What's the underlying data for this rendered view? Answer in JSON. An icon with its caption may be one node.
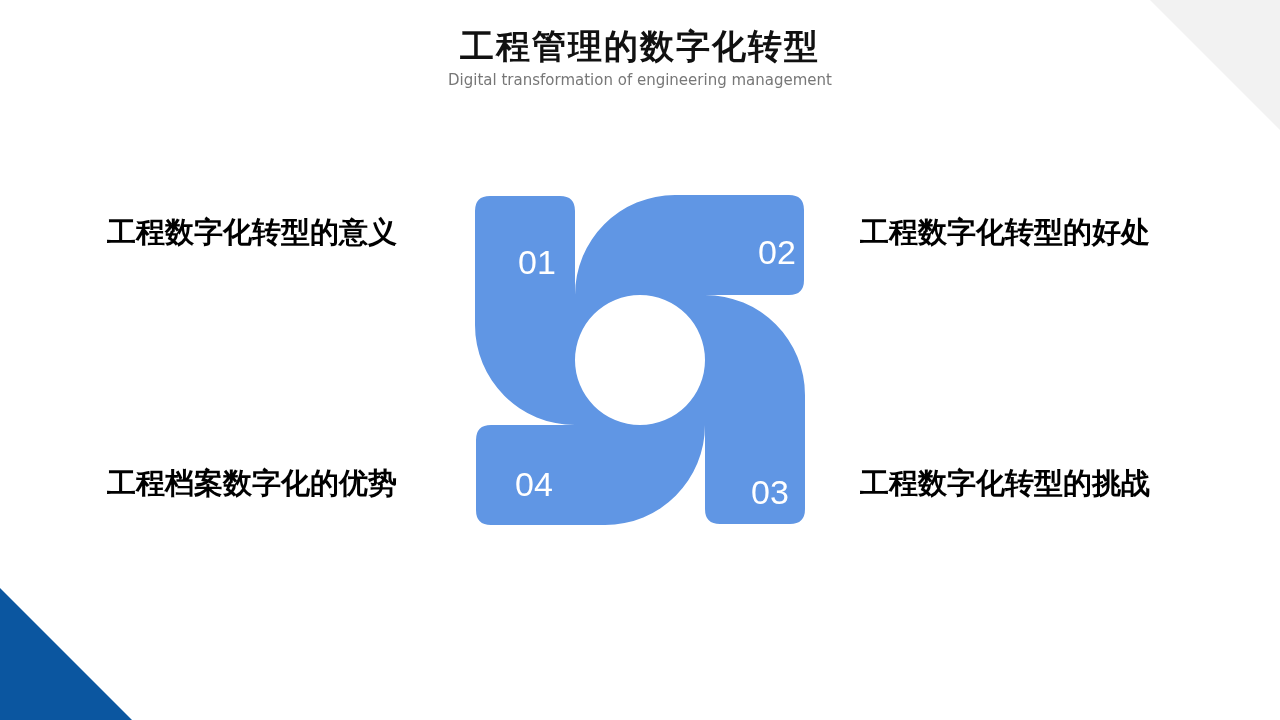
{
  "diagram": {
    "title": "工程管理的数字化转型",
    "nodes": [
      {
        "text": [
          "01"
        ],
        "beside": [
          "工程数字化转型的意义"
        ]
      },
      {
        "text": [
          "02"
        ],
        "beside": [
          "工程数字化转型的好处"
        ]
      },
      {
        "text": [
          "03"
        ],
        "beside": [
          "工程数字化转型的挑战"
        ]
      },
      {
        "text": [
          "04"
        ],
        "beside": [
          "工程档案数字化的优势"
        ]
      }
    ],
    "labels": [
      "Digital transformation of engineering management"
    ]
  }
}
